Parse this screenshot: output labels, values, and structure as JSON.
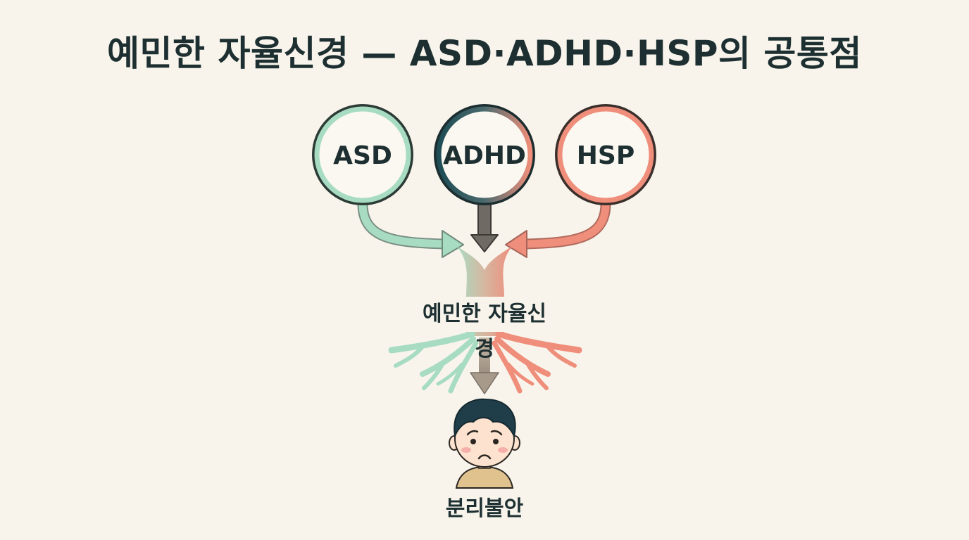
{
  "title": "예민한 자율신경 — ASD·ADHD·HSP의 공통점",
  "nodes": [
    {
      "label": "ASD",
      "color": "#a8dcc2"
    },
    {
      "label": "ADHD",
      "color": "#1e4d55"
    },
    {
      "label": "HSP",
      "color": "#ef8e7a"
    }
  ],
  "center": {
    "label": "예민한 자율신경"
  },
  "outcome": {
    "label": "분리불안"
  },
  "colors": {
    "background": "#f8f4ec",
    "text": "#1d2f31",
    "mint": "#a8dcc2",
    "teal": "#1e4d55",
    "coral": "#ef8e7a",
    "arrow_gray": "#6f6a64",
    "skin": "#fde3cf",
    "shirt": "#dfc28d"
  },
  "icons": {
    "child": "worried-child-icon"
  }
}
